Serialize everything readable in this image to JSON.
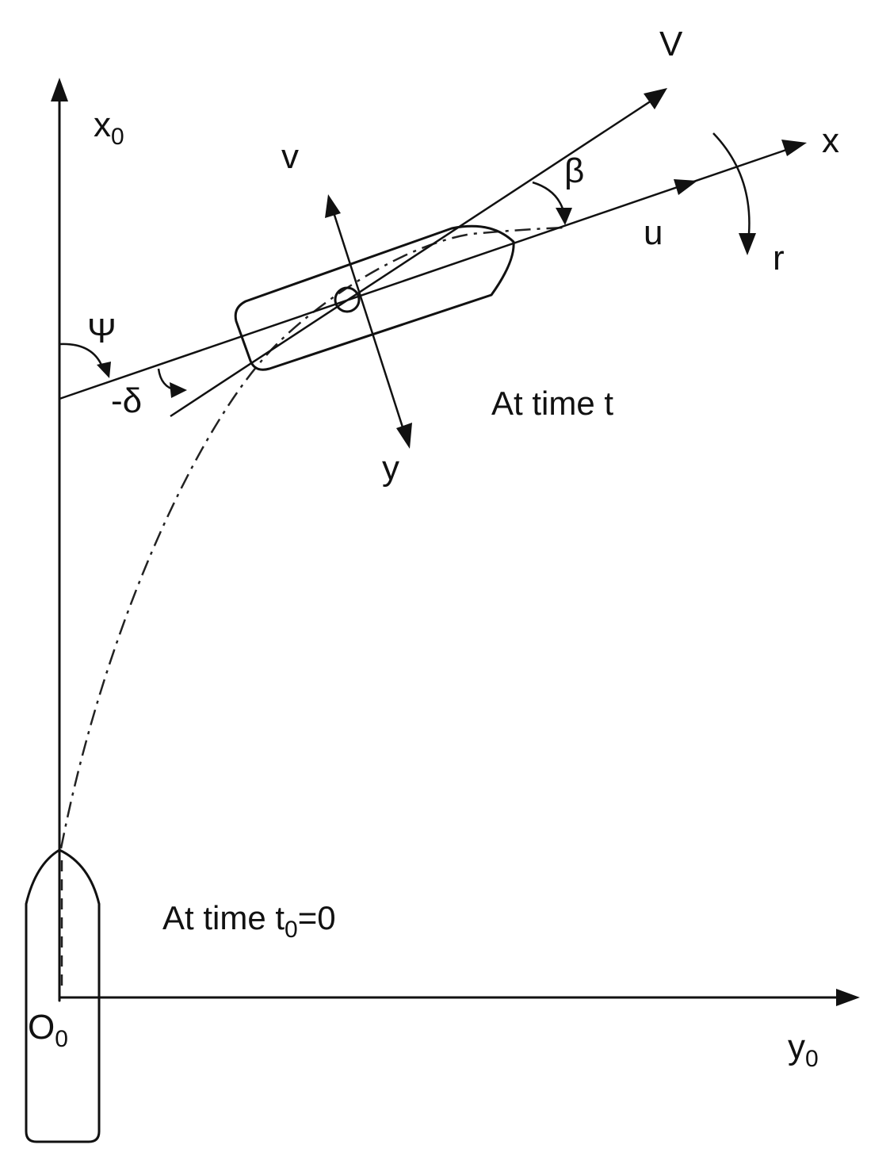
{
  "labels": {
    "x0": "x",
    "x0_sub": "0",
    "y0": "y",
    "y0_sub": "0",
    "origin0": "O",
    "origin0_sub": "0",
    "V": "V",
    "x": "x",
    "v": "v",
    "beta": "β",
    "u": "u",
    "r": "r",
    "O": "O",
    "psi": "Ψ",
    "neg_delta": "-δ",
    "y": "y"
  },
  "captions": {
    "time_t": "At time t",
    "time_t0_prefix": "At time t",
    "time_t0_sub": "0",
    "time_t0_suffix": "=0"
  }
}
